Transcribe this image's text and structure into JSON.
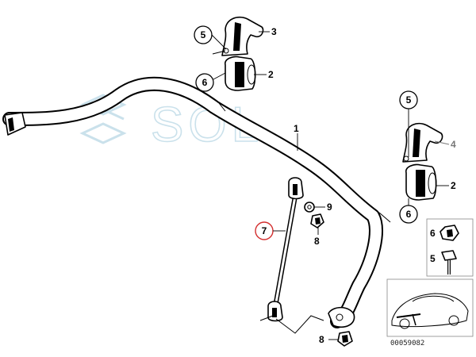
{
  "diagram": {
    "watermark": "SOL",
    "reference_code": "00059082",
    "parts": [
      {
        "number": "1"
      },
      {
        "number": "2"
      },
      {
        "number": "3"
      },
      {
        "number": "4"
      },
      {
        "number": "5"
      },
      {
        "number": "6"
      },
      {
        "number": "7",
        "highlighted": true
      },
      {
        "number": "8"
      },
      {
        "number": "9"
      }
    ],
    "colors": {
      "line": "#000000",
      "highlight": "#d32f2f",
      "watermark": "#9fc9dc",
      "ghost_part": "#777777"
    }
  }
}
